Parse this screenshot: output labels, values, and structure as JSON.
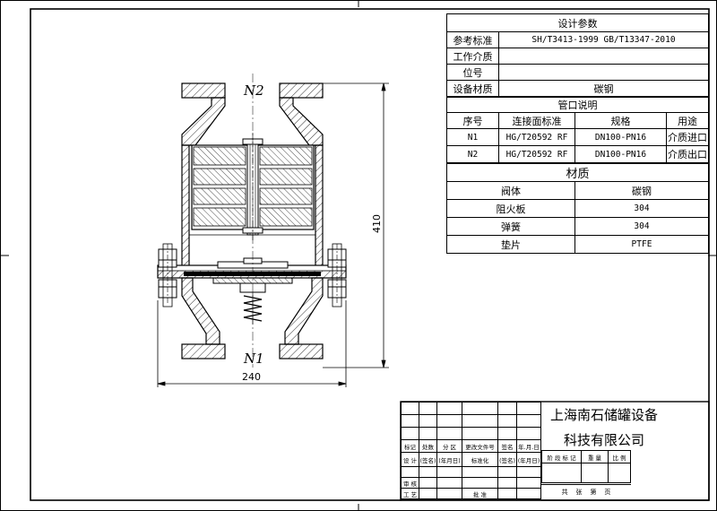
{
  "drawing": {
    "label_n1": "N1",
    "label_n2": "N2",
    "dim_width": "240",
    "dim_height": "410"
  },
  "design_table": {
    "title": "设计参数",
    "rows": [
      {
        "label": "参考标准",
        "value": "SH/T3413-1999  GB/T13347-2010"
      },
      {
        "label": "工作介质",
        "value": ""
      },
      {
        "label": "位号",
        "value": ""
      },
      {
        "label": "设备材质",
        "value": "碳钢"
      }
    ]
  },
  "nozzle_table": {
    "title": "管口说明",
    "headers": [
      "序号",
      "连接面标准",
      "规格",
      "用途"
    ],
    "rows": [
      [
        "N1",
        "HG/T20592 RF",
        "DN100-PN16",
        "介质进口"
      ],
      [
        "N2",
        "HG/T20592 RF",
        "DN100-PN16",
        "介质出口"
      ]
    ]
  },
  "material_table": {
    "title": "材质",
    "rows": [
      [
        "阀体",
        "碳钢"
      ],
      [
        "阻火板",
        "304"
      ],
      [
        "弹簧",
        "304"
      ],
      [
        "垫片",
        "PTFE"
      ]
    ]
  },
  "title_block": {
    "company_line1": "上海南石储罐设备",
    "company_line2": "科技有限公司",
    "rev_headers": [
      "标记",
      "处数",
      "分 区",
      "更改文件号",
      "签名",
      "年.月.日"
    ],
    "design_row": [
      "设 计",
      "(签名)",
      "(年月日)",
      "标准化",
      "(签名)",
      "(年月日)"
    ],
    "stage_headers": [
      "阶 段 标 记",
      "重 量",
      "比 例"
    ],
    "review_label": "审 核",
    "process_label": "工 艺",
    "approve_label": "批 准",
    "sheet_text": "共    张    第    页"
  }
}
